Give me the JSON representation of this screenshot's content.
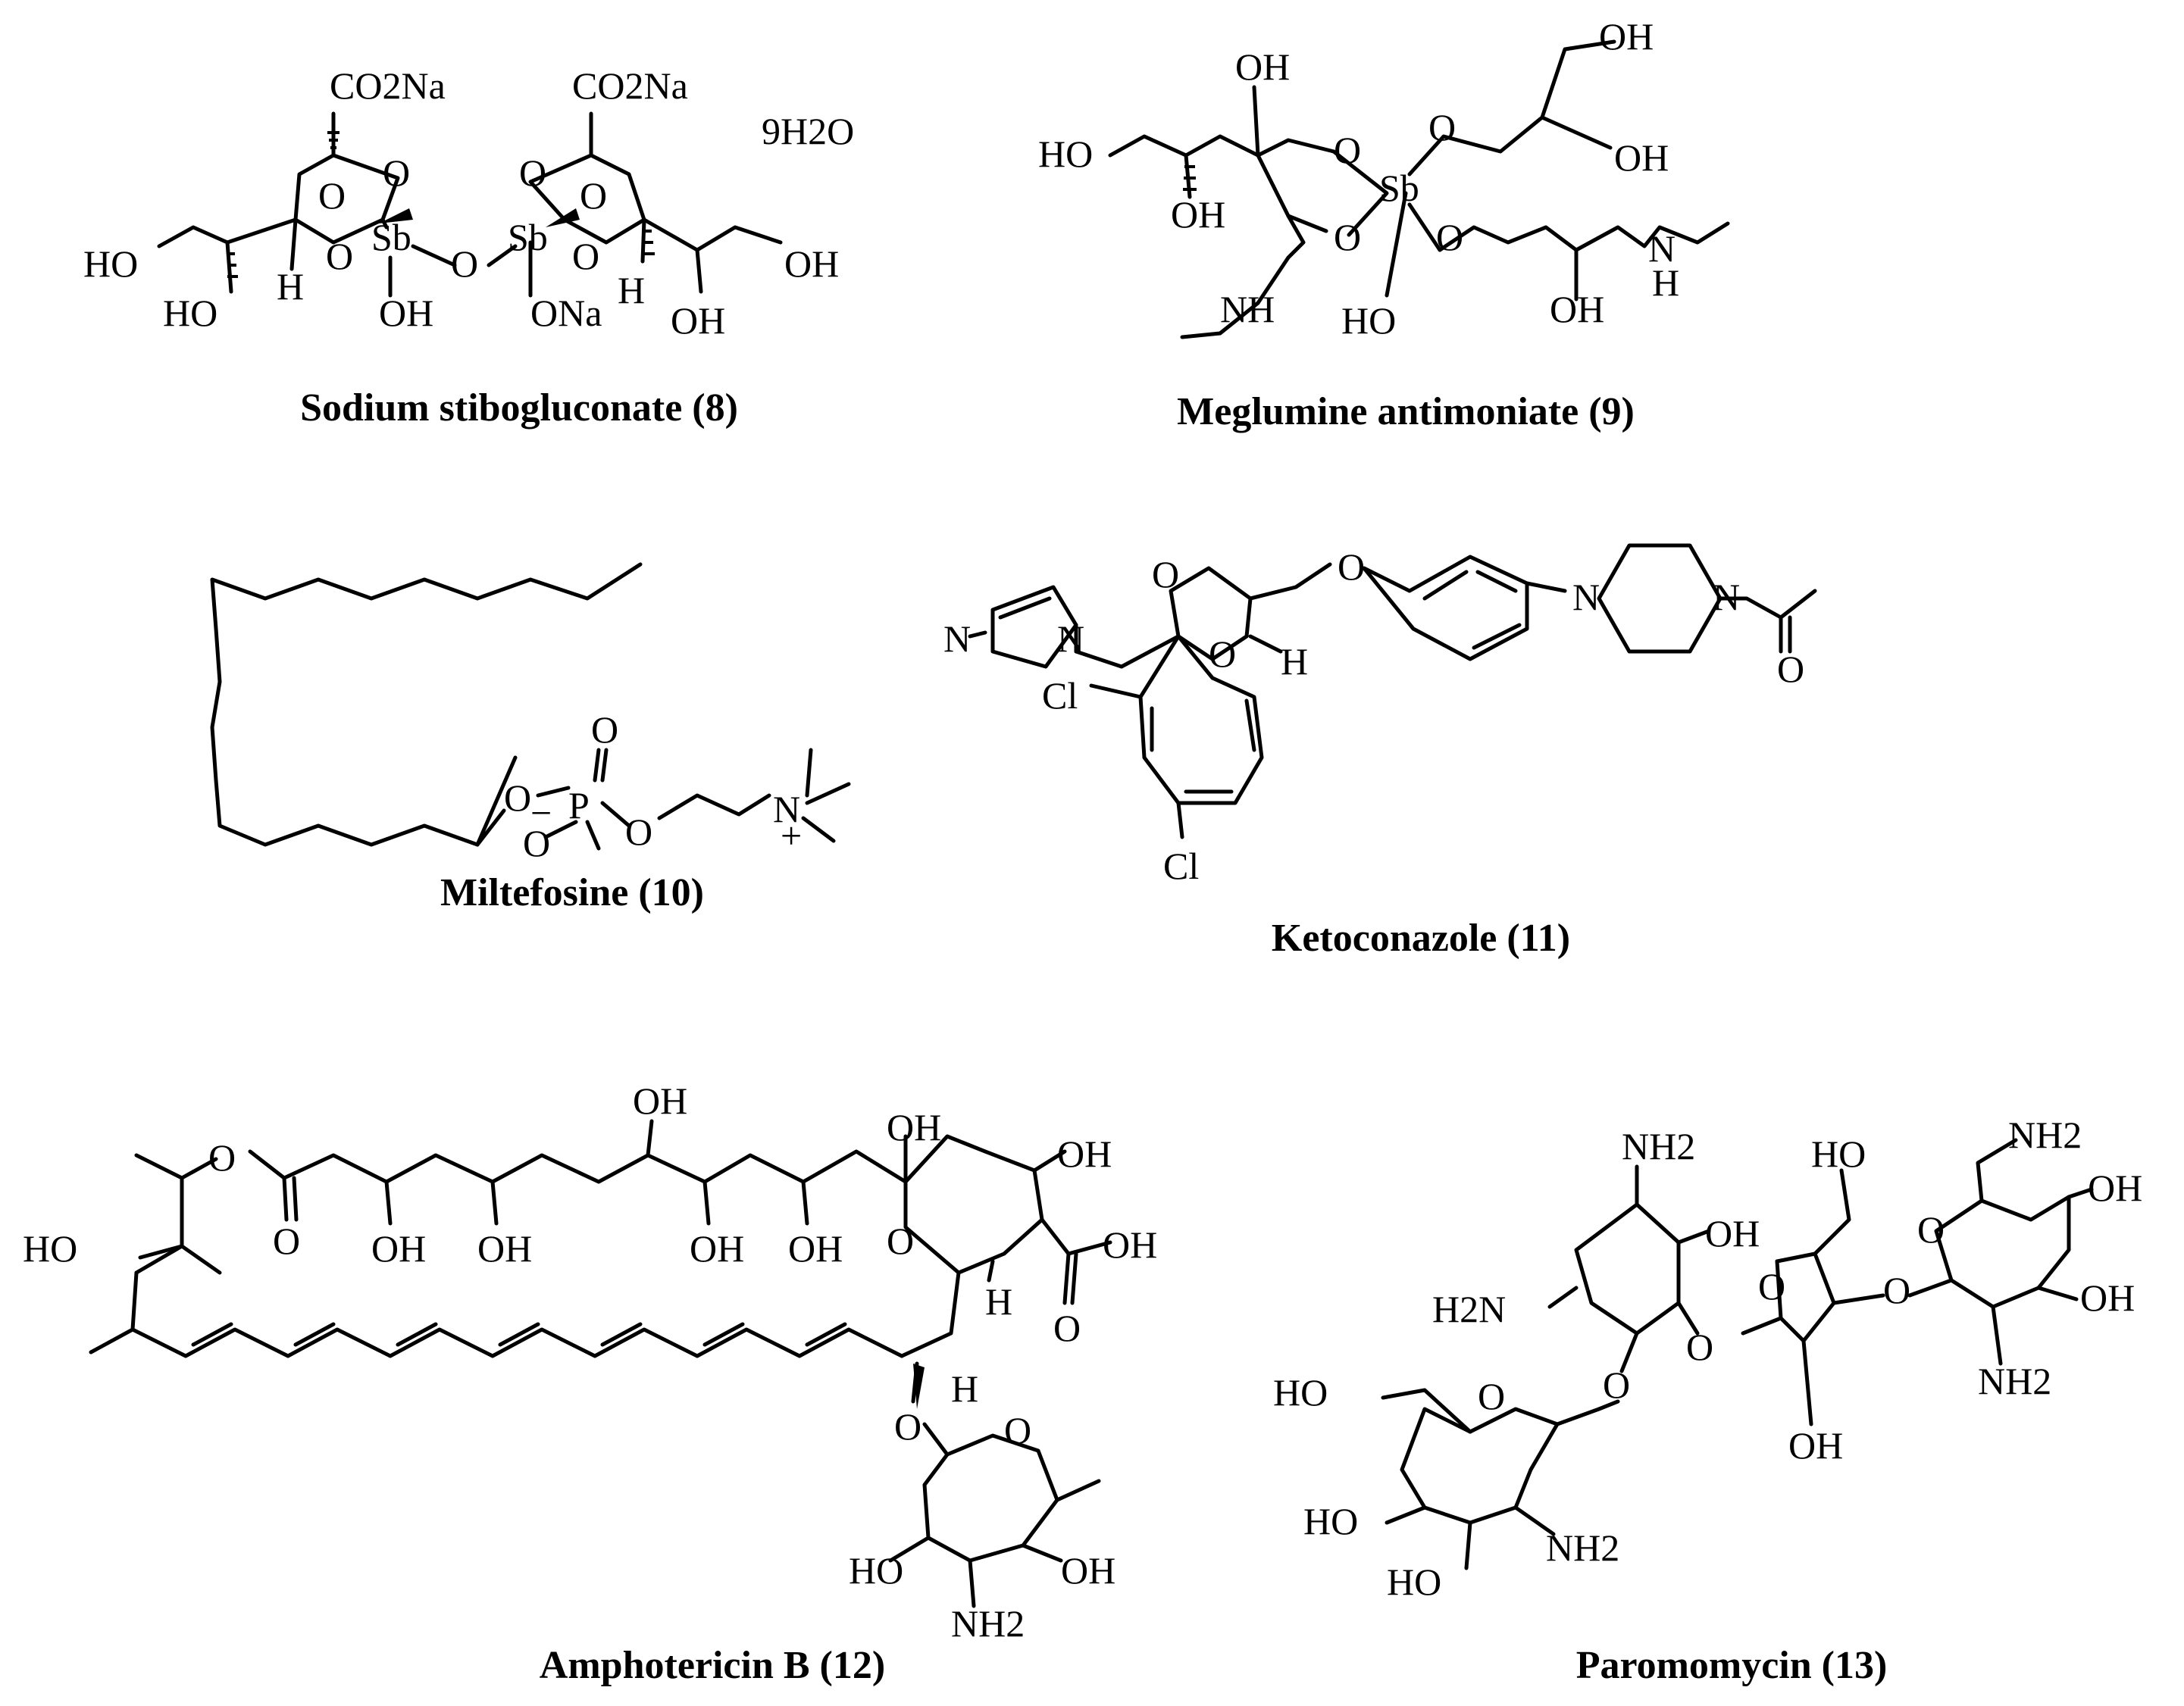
{
  "compounds": [
    {
      "id": "8",
      "caption": "Sodium stibogluconate (8)",
      "hydrate": "9H2O"
    },
    {
      "id": "9",
      "caption": "Meglumine antimoniate (9)"
    },
    {
      "id": "10",
      "caption": "Miltefosine (10)"
    },
    {
      "id": "11",
      "caption": "Ketoconazole (11)"
    },
    {
      "id": "12",
      "caption": "Amphotericin B (12)"
    },
    {
      "id": "13",
      "caption": "Paromomycin (13)"
    }
  ],
  "atom_labels": {
    "CO2Na": "CO2Na",
    "OH": "OH",
    "HO": "HO",
    "O": "O",
    "H": "H",
    "Sb": "Sb",
    "ONa": "ONa",
    "NH": "NH",
    "N": "N",
    "P": "P",
    "Cl": "Cl",
    "NH2": "NH2",
    "H2N": "H2N",
    "minus": "−",
    "plus": "+"
  }
}
